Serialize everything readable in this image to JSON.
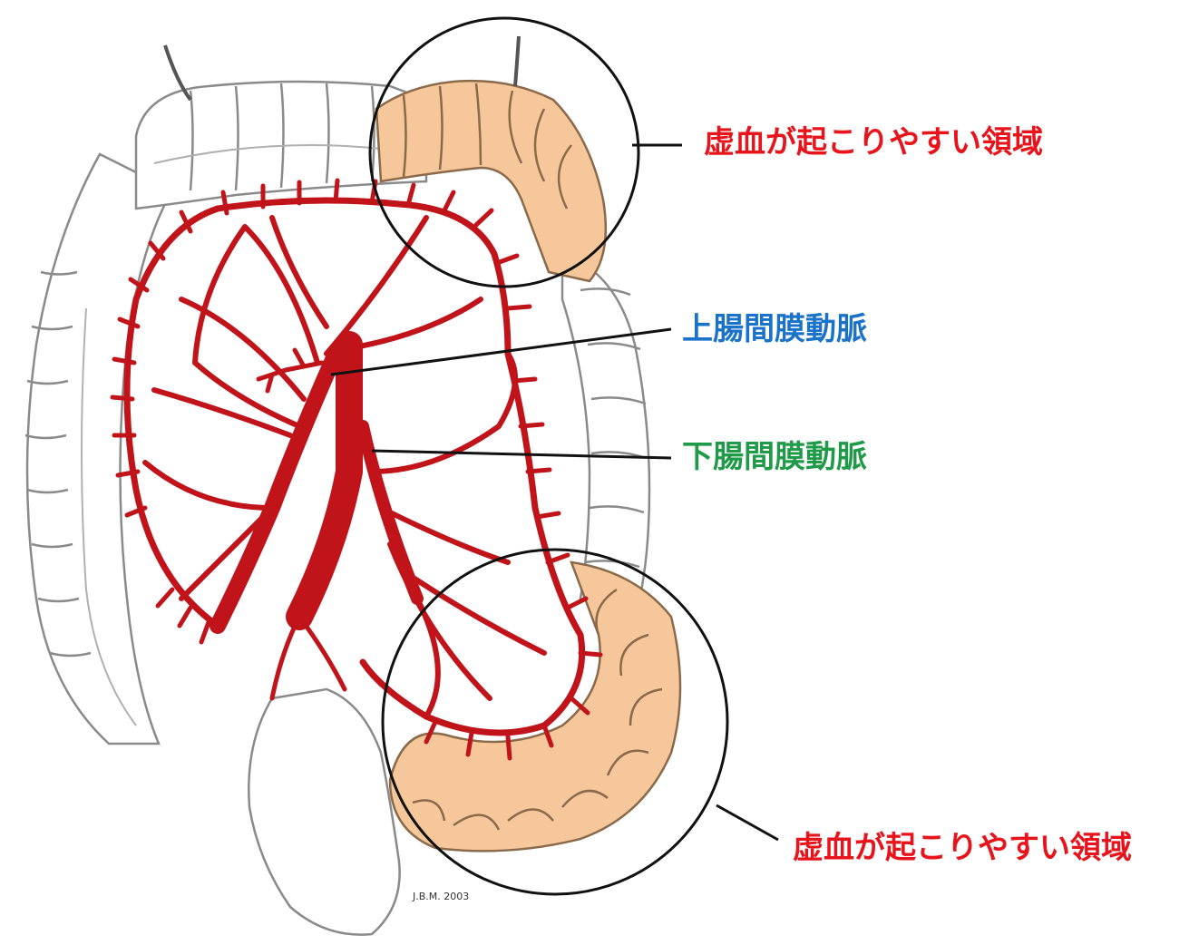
{
  "labels": {
    "ischemia_top": "虚血が起こりやすい領域",
    "sma": "上腸間膜動脈",
    "ima": "下腸間膜動脈",
    "ischemia_bottom": "虚血が起こりやすい領域",
    "signature": "J.B.M. 2003"
  },
  "colors": {
    "artery": "#c0141a",
    "ischemic_bowel": "#f5c79a",
    "bowel_outline": "#7a7a7a",
    "label_red": "#e8141c",
    "label_blue": "#1a73c8",
    "label_green": "#1e9a48",
    "leader_line": "#111111"
  }
}
